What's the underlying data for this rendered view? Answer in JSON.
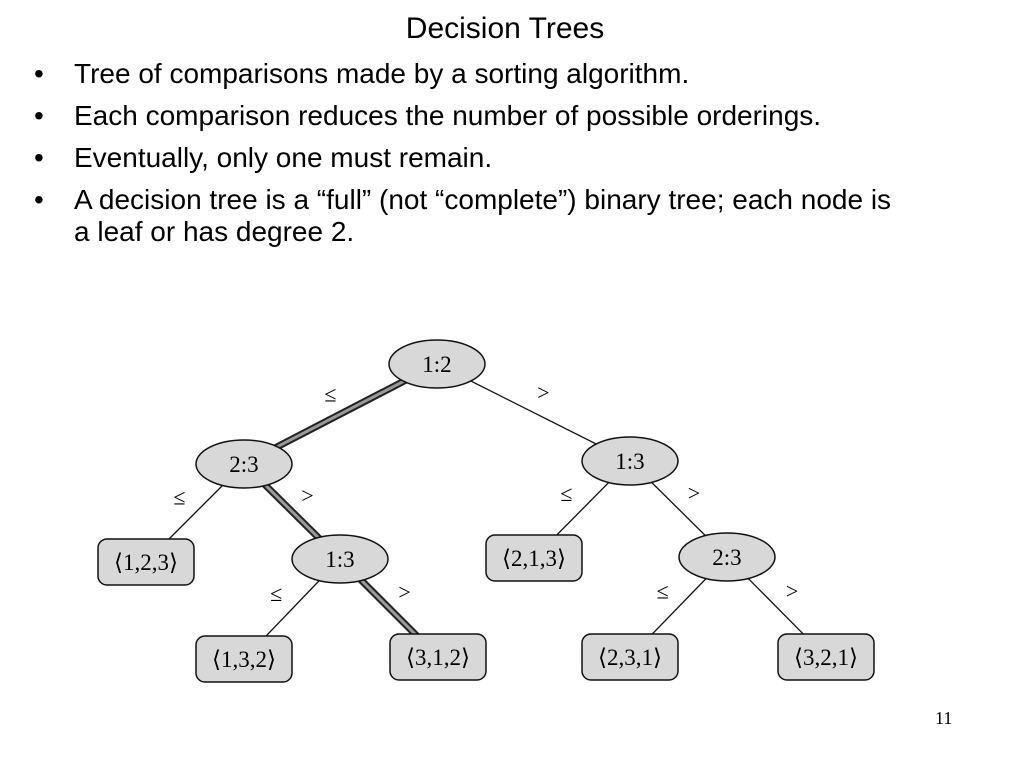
{
  "title": "Decision Trees",
  "bullets": [
    "Tree of comparisons made by a sorting algorithm.",
    "Each comparison reduces the number of possible orderings.",
    "Eventually, only one must remain.",
    "A decision tree is a “full” (not “complete”) binary tree; each node is a leaf or has degree 2."
  ],
  "bullet_glyph": "•",
  "tree": {
    "fill_color": "#d8d8d8",
    "nodes": [
      {
        "id": "n12",
        "type": "comparison",
        "label": "1:2"
      },
      {
        "id": "n23a",
        "type": "comparison",
        "label": "2:3"
      },
      {
        "id": "n13a",
        "type": "comparison",
        "label": "1:3"
      },
      {
        "id": "l123",
        "type": "leaf",
        "label": "⟨1,2,3⟩"
      },
      {
        "id": "n13b",
        "type": "comparison",
        "label": "1:3"
      },
      {
        "id": "l213",
        "type": "leaf",
        "label": "⟨2,1,3⟩"
      },
      {
        "id": "n23b",
        "type": "comparison",
        "label": "2:3"
      },
      {
        "id": "l132",
        "type": "leaf",
        "label": "⟨1,3,2⟩"
      },
      {
        "id": "l312",
        "type": "leaf",
        "label": "⟨3,1,2⟩"
      },
      {
        "id": "l231",
        "type": "leaf",
        "label": "⟨2,3,1⟩"
      },
      {
        "id": "l321",
        "type": "leaf",
        "label": "⟨3,2,1⟩"
      }
    ],
    "edges": [
      {
        "from": "n12",
        "to": "n23a",
        "label": "≤",
        "highlighted": true
      },
      {
        "from": "n12",
        "to": "n13a",
        "label": ">",
        "highlighted": false
      },
      {
        "from": "n23a",
        "to": "l123",
        "label": "≤",
        "highlighted": false
      },
      {
        "from": "n23a",
        "to": "n13b",
        "label": ">",
        "highlighted": true
      },
      {
        "from": "n13a",
        "to": "l213",
        "label": "≤",
        "highlighted": false
      },
      {
        "from": "n13a",
        "to": "n23b",
        "label": ">",
        "highlighted": false
      },
      {
        "from": "n13b",
        "to": "l132",
        "label": "≤",
        "highlighted": false
      },
      {
        "from": "n13b",
        "to": "l312",
        "label": ">",
        "highlighted": true
      },
      {
        "from": "n23b",
        "to": "l231",
        "label": "≤",
        "highlighted": false
      },
      {
        "from": "n23b",
        "to": "l321",
        "label": ">",
        "highlighted": false
      }
    ]
  },
  "page_number": "11"
}
